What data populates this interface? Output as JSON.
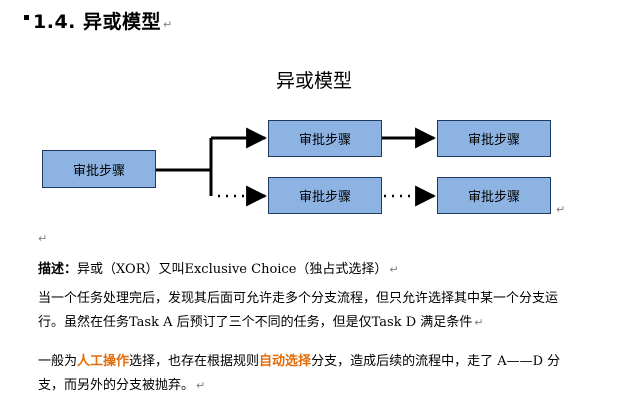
{
  "heading": {
    "title": "1.4. 异或模型"
  },
  "diagram": {
    "title": "异或模型",
    "source_box": "审批步骤",
    "upper_box_1": "审批步骤",
    "upper_box_2": "审批步骤",
    "lower_box_1": "审批步骤",
    "lower_box_2": "审批步骤"
  },
  "description": {
    "label": "描述：",
    "text": "异或（XOR）又叫Exclusive Choice（独占式选择）"
  },
  "paragraph1": {
    "line1": "当一个任务处理完后，发现其后面可允许走多个分支流程，但只允许选择其中某一个分支运",
    "line2": "行。虽然在任务Task A 后预订了三个不同的任务，但是仅Task D 满足条件"
  },
  "paragraph2": {
    "prefix": "一般为",
    "highlight1": "人工操作",
    "mid1": "选择，也存在根据规则",
    "highlight2": "自动选择",
    "mid2": "分支，造成后续的流程中，走了 A——D 分",
    "line2": "支，而另外的分支被抛弃。"
  },
  "marks": {
    "paragraph": "↵",
    "colors": {
      "box_fill": "#8db3e2",
      "box_border": "#1f3a5f",
      "highlight": "#e36c09"
    }
  }
}
